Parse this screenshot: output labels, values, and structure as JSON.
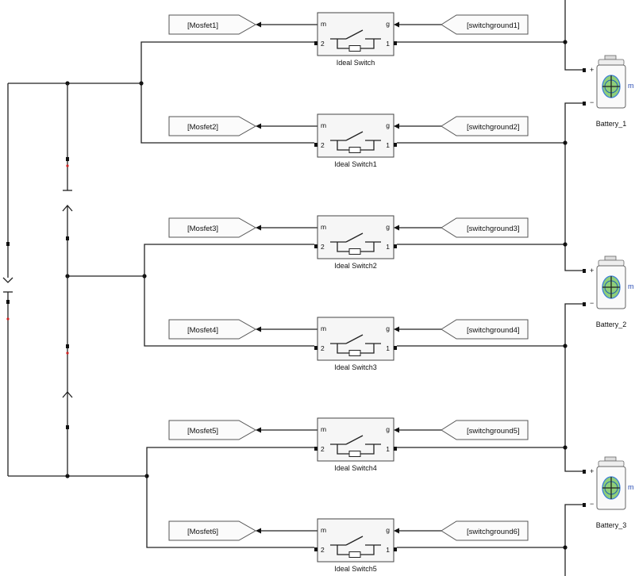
{
  "switches": [
    {
      "name": "Ideal Switch",
      "from_tag": "[Mosfet1]",
      "goto_tag": "[switchground1]",
      "port_m": "m",
      "port_g": "g",
      "port_2": "2",
      "port_1": "1"
    },
    {
      "name": "Ideal Switch1",
      "from_tag": "[Mosfet2]",
      "goto_tag": "[switchground2]",
      "port_m": "m",
      "port_g": "g",
      "port_2": "2",
      "port_1": "1"
    },
    {
      "name": "Ideal Switch2",
      "from_tag": "[Mosfet3]",
      "goto_tag": "[switchground3]",
      "port_m": "m",
      "port_g": "g",
      "port_2": "2",
      "port_1": "1"
    },
    {
      "name": "Ideal Switch3",
      "from_tag": "[Mosfet4]",
      "goto_tag": "[switchground4]",
      "port_m": "m",
      "port_g": "g",
      "port_2": "2",
      "port_1": "1"
    },
    {
      "name": "Ideal Switch4",
      "from_tag": "[Mosfet5]",
      "goto_tag": "[switchground5]",
      "port_m": "m",
      "port_g": "g",
      "port_2": "2",
      "port_1": "1"
    },
    {
      "name": "Ideal Switch5",
      "from_tag": "[Mosfet6]",
      "goto_tag": "[switchground6]",
      "port_m": "m",
      "port_g": "g",
      "port_2": "2",
      "port_1": "1"
    }
  ],
  "batteries": [
    {
      "name": "Battery_1",
      "plus": "+",
      "minus": "−",
      "port": "m"
    },
    {
      "name": "Battery_2",
      "plus": "+",
      "minus": "−",
      "port": "m"
    },
    {
      "name": "Battery_3",
      "plus": "+",
      "minus": "−",
      "port": "m"
    }
  ],
  "colors": {
    "wire": "#222222",
    "block_border": "#444444",
    "battery_green": "#8fcf7a",
    "battery_blue": "#3d7fd6",
    "port_label_blue": "#2a4db5",
    "marker_red": "#d22222"
  }
}
